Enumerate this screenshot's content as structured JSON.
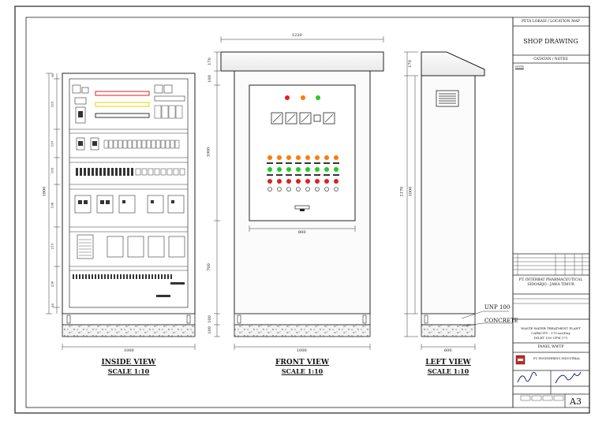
{
  "title_block": {
    "location_map": "PETA LOKASI / LOCATION MAP",
    "drawing_type": "SHOP DRAWING",
    "notes_header": "CATATAN / NOTES",
    "notes_label": "NOTE",
    "client_line1": "PT. INTERBAT PHARMACEUTICAL",
    "client_line2": "SIDOARJO - JAWA TIMUR",
    "project_line1": "WASTE WATER TREATMENT PLANT",
    "project_line2": "CAPACITY : 175 m3/Day",
    "project_line3": "INLET 100 UPM (??)",
    "panel_name": "PANEL WWTP",
    "contractor": "PT. ENGINEERING INDUSTRIAL",
    "sheet_size": "A3"
  },
  "views": {
    "inside": {
      "title": "INSIDE VIEW",
      "scale": "SCALE 1:10"
    },
    "front": {
      "title": "FRONT VIEW",
      "scale": "SCALE 1:10"
    },
    "left": {
      "title": "LEFT VIEW",
      "scale": "SCALE 1:10"
    }
  },
  "callouts": {
    "unp": "UNP 100",
    "concrete": "CONCRETE"
  },
  "dimensions": {
    "front_roof_width": "1220",
    "front_width": "1000",
    "front_door_width": "800",
    "front_total_height": "2170",
    "front_door_height": "1000",
    "front_lower_height": "700",
    "front_top": "100",
    "front_roof": "170",
    "front_base": "100",
    "front_concrete": "100",
    "inside_width": "1000",
    "inside_height": "1800",
    "left_width": "600",
    "left_door_height": "1000",
    "left_total": "2170",
    "left_roof": "170",
    "inside_rows": [
      "90",
      "323",
      "197",
      "165",
      "198",
      "215",
      "230",
      "60"
    ]
  }
}
